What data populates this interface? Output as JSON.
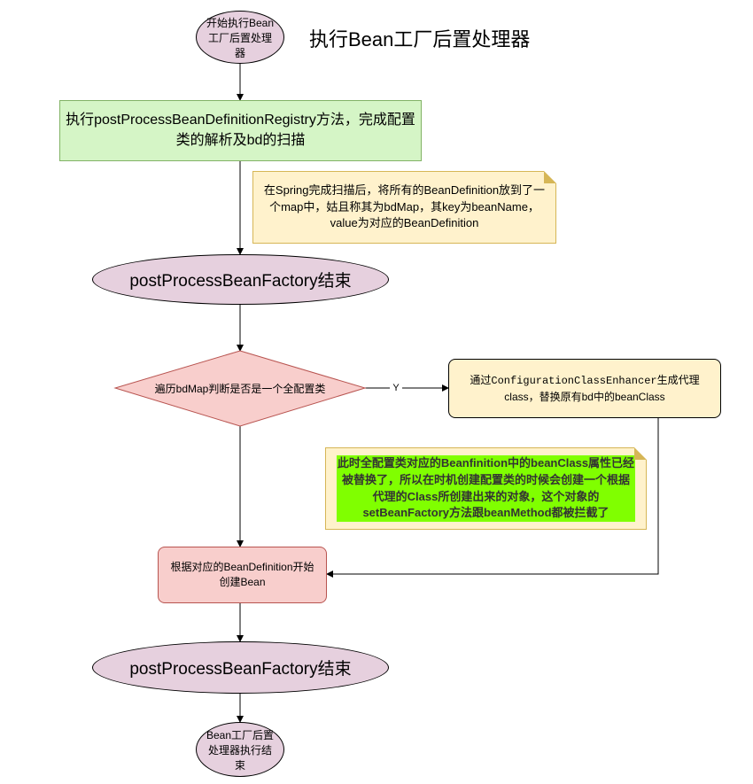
{
  "title": "执行Bean工厂后置处理器",
  "nodes": {
    "start": "开始执行Bean工厂后置处理器",
    "registry_step": "执行postProcessBeanDefinitionRegistry方法，完成配置类的解析及bd的扫描",
    "scan_note": "在Spring完成扫描后，将所有的BeanDefinition放到了一个map中，姑且称其为bdMap，其key为beanName，value为对应的BeanDefinition",
    "end_factory_1": "postProcessBeanFactory结束",
    "decision": "遍历bdMap判断是否是一个全配置类",
    "yes_label": "Y",
    "enhancer_prefix": "通过",
    "enhancer_class": "ConfigurationClassEnhancer",
    "enhancer_suffix": "生成代理class，替换原有bd中的beanClass",
    "proxy_note": "此时全配置类对应的Beanfinition中的beanClass属性已经被替换了，所以在时机创建配置类的时候会创建一个根据代理的Class所创建出来的对象，这个对象的setBeanFactory方法跟beanMethod都被拦截了",
    "create_bean": "根据对应的BeanDefinition开始创建Bean",
    "end_factory_2": "postProcessBeanFactory结束",
    "finish": "Bean工厂后置处理器执行结束"
  },
  "colors": {
    "ellipse_fill": "#e6d0de",
    "rect_green": "#d5f5c6",
    "note_fill": "#fff2cc",
    "decision_fill": "#f8cecc",
    "decision_stroke": "#b85450",
    "enhancer_fill": "#fff2cc",
    "highlight": "#80ff00"
  }
}
